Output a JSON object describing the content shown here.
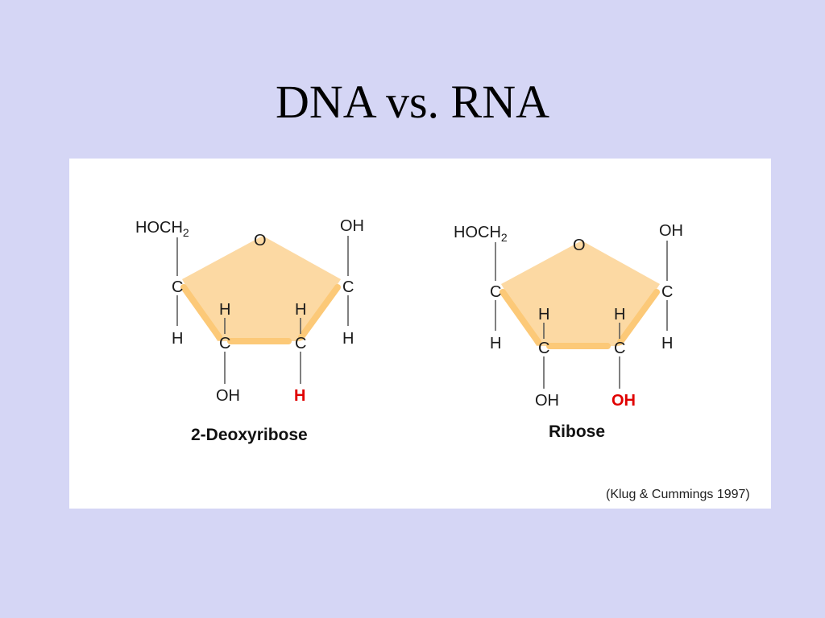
{
  "slide": {
    "title": "DNA vs. RNA",
    "citation": "(Klug & Cummings 1997)"
  },
  "colors": {
    "background": "#d5d6f5",
    "ring_fill": "#fcd9a3",
    "highlight": "#e00000"
  },
  "structures": [
    {
      "caption": "2-Deoxyribose",
      "substituent_top_left": "HOCH",
      "subscript": "2",
      "ring_oxygen": "O",
      "top_right_group": "OH",
      "c1_label": "C",
      "c1_h": "H",
      "c4_label": "C",
      "c4_h": "H",
      "c3_label": "C",
      "c3_h_top": "H",
      "c3_bottom": "OH",
      "c2_label": "C",
      "c2_h_top": "H",
      "c2_bottom": "H"
    },
    {
      "caption": "Ribose",
      "substituent_top_left": "HOCH",
      "subscript": "2",
      "ring_oxygen": "O",
      "top_right_group": "OH",
      "c1_label": "C",
      "c1_h": "H",
      "c4_label": "C",
      "c4_h": "H",
      "c3_label": "C",
      "c3_h_top": "H",
      "c3_bottom": "OH",
      "c2_label": "C",
      "c2_h_top": "H",
      "c2_bottom": "OH"
    }
  ]
}
